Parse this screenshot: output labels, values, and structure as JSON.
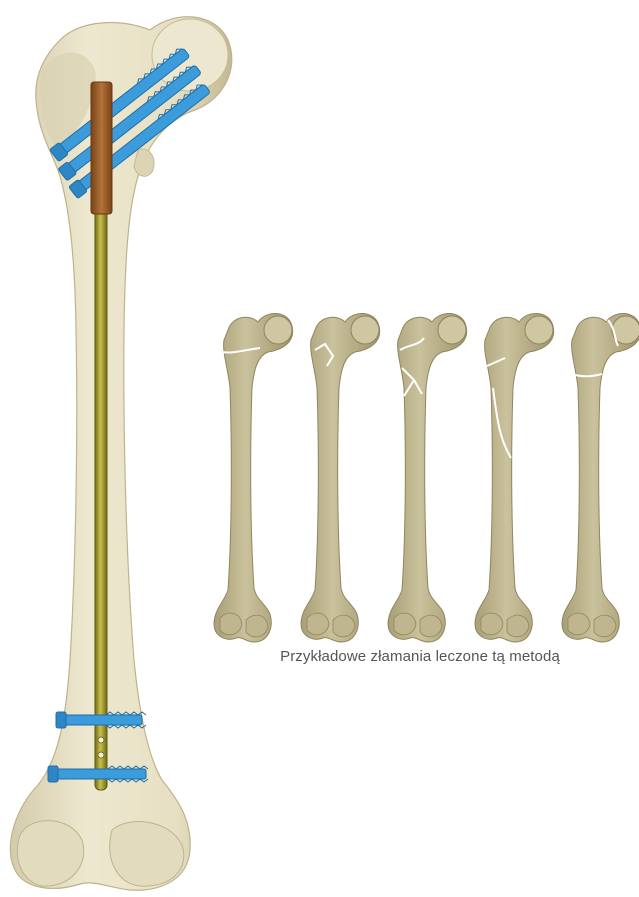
{
  "caption": "Przykładowe złamania leczone tą metodą",
  "colors": {
    "bone": "#E9E3C8",
    "bone_shade": "#C9C09F",
    "bone_small": "#C7BE98",
    "bone_small_shade": "#A39972",
    "nail_gold": "#B7AE35",
    "nail_dark": "#6F6A18",
    "nail_cap": "#A0612B",
    "screw_blue": "#3C9BDB",
    "screw_dark": "#1F6EA8",
    "fracture_line": "#FFFFFF"
  },
  "fracture_examples": [
    {
      "name": "fracture-example-1",
      "pattern": "transverse-neck"
    },
    {
      "name": "fracture-example-2",
      "pattern": "subtrochanteric-oblique"
    },
    {
      "name": "fracture-example-3",
      "pattern": "comminuted-proximal"
    },
    {
      "name": "fracture-example-4",
      "pattern": "long-spiral"
    },
    {
      "name": "fracture-example-5",
      "pattern": "head-and-shaft"
    }
  ]
}
